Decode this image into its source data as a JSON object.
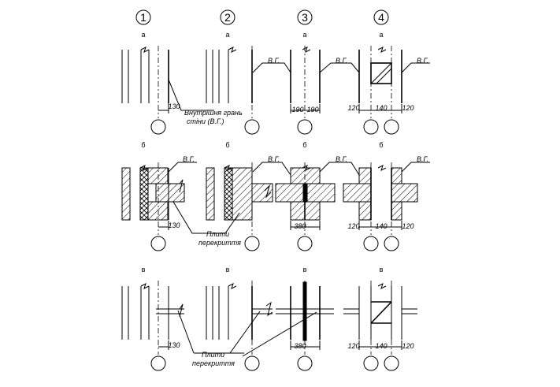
{
  "columns": [
    "1",
    "2",
    "3",
    "4"
  ],
  "rows": [
    "а",
    "б",
    "в"
  ],
  "labels": {
    "vg": "В.Г.",
    "inner_face_line1": "Внутрішня грань",
    "inner_face_line2": "стіни (В.Г.)",
    "slabs_line1": "Плити",
    "slabs_line2": "перекриття"
  },
  "dimensions": {
    "d130": "130",
    "d190": "190",
    "d120": "120",
    "d140": "140",
    "d380": "380"
  }
}
